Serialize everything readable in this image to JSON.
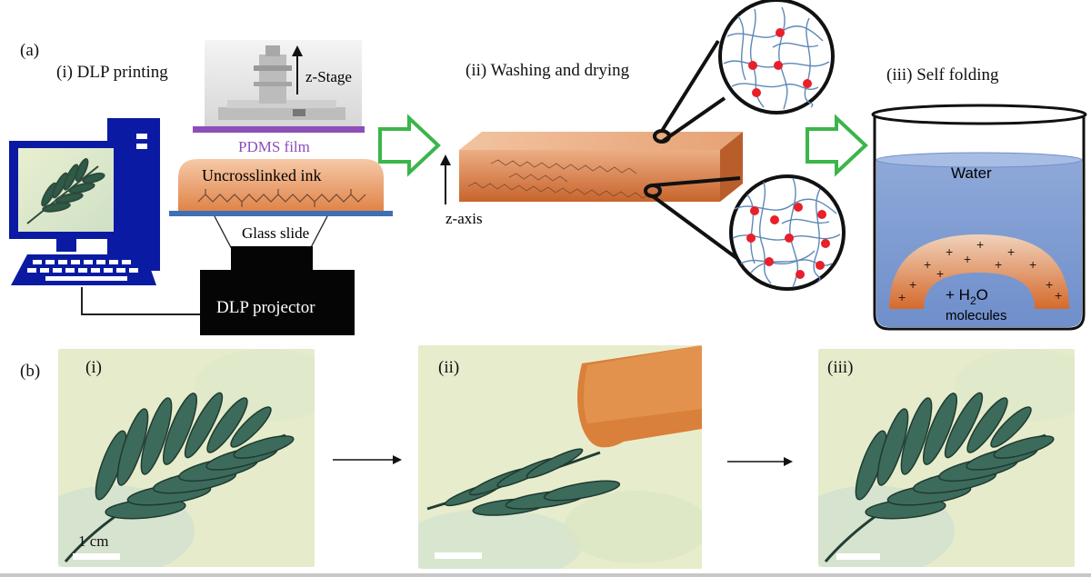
{
  "panel_a": {
    "label": "(a)",
    "step1_title": "(i) DLP printing",
    "step2_title": "(ii) Washing and drying",
    "step3_title": "(iii)  Self folding",
    "z_stage": "z-Stage",
    "pdms_film": "PDMS film",
    "uncrosslinked_ink": "Uncrosslinked ink",
    "glass_slide": "Glass slide",
    "dlp_projector": "DLP projector",
    "z_axis": "z-axis",
    "water": "Water",
    "h2o_prefix": "+ H",
    "h2o_sub": "2",
    "h2o_suffix": "O",
    "molecules": "molecules",
    "colors": {
      "arrow_green": "#3cb54a",
      "pdms_purple": "#8c4fb8",
      "glass_blue": "#3f6fb6",
      "ink_orange": "#e89a62",
      "crosslink_red": "#e8202a",
      "water_blue": "#7f9bd0"
    }
  },
  "panel_b": {
    "label": "(b)",
    "photos": [
      {
        "label": "(i)",
        "scale_text": "1 cm"
      },
      {
        "label": "(ii)"
      },
      {
        "label": "(iii)"
      }
    ]
  }
}
